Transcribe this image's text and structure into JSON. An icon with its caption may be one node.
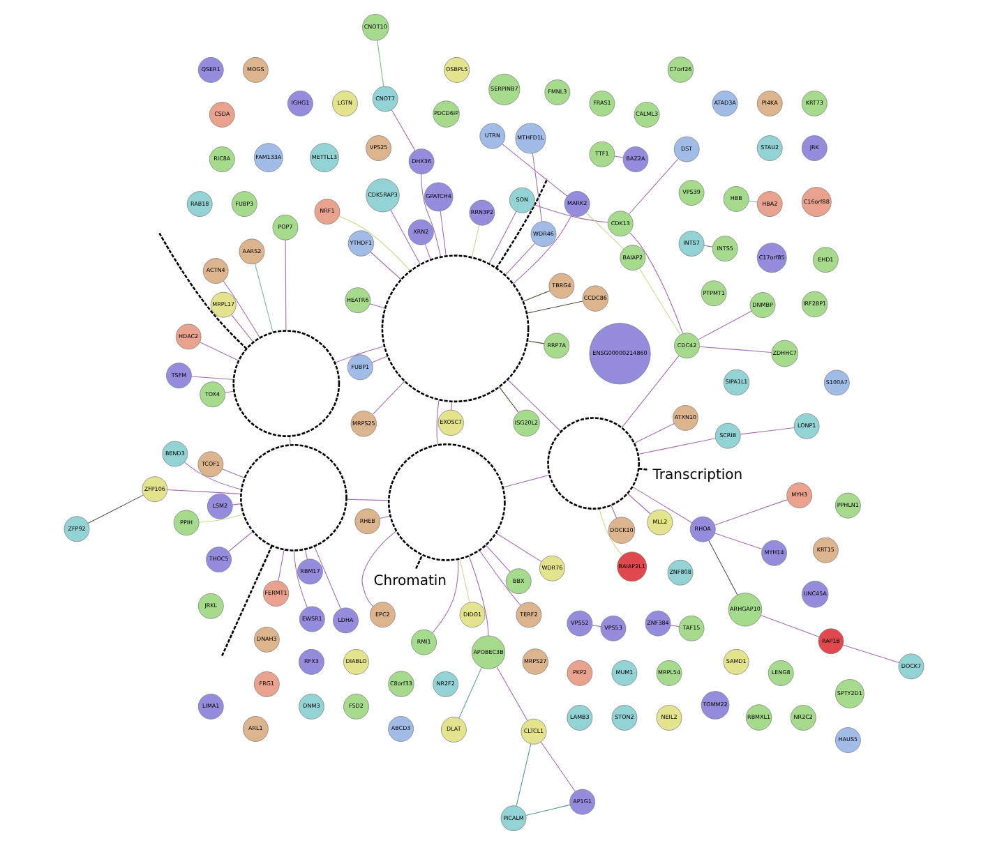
{
  "diagram": {
    "nodes": [
      {
        "text": [
          "Chromatin"
        ]
      },
      {
        "text": [
          "Transcription"
        ]
      },
      {
        "text": [],
        "shape": "circle"
      },
      {
        "text": [],
        "shape": "circle"
      },
      {
        "text": [],
        "shape": "circle"
      },
      {
        "text": [],
        "shape": "circle"
      },
      {
        "text": [],
        "shape": "circle"
      },
      {
        "text": [
          "ZNF808"
        ]
      },
      {
        "text": [
          "METTL13"
        ]
      },
      {
        "text": [
          "FAM133A"
        ]
      },
      {
        "text": [
          "C17orf85"
        ]
      },
      {
        "text": [
          "PTPMT1"
        ]
      },
      {
        "text": [
          "VPS39"
        ]
      },
      {
        "text": [
          "SIPA1L1"
        ]
      },
      {
        "text": [
          "DNAH3"
        ]
      },
      {
        "text": [
          "MRPS27"
        ]
      },
      {
        "text": [
          "SAMD1"
        ]
      },
      {
        "text": [
          "STAU2"
        ]
      },
      {
        "text": [
          "VPS25"
        ]
      },
      {
        "text": [
          "WDR76"
        ]
      },
      {
        "text": [
          "RFX3"
        ]
      },
      {
        "text": [
          "DIABLO"
        ]
      },
      {
        "text": [
          "PKP2"
        ]
      },
      {
        "text": [
          "MUM1"
        ]
      },
      {
        "text": [
          "RMI1"
        ]
      },
      {
        "text": [
          "TERF2"
        ]
      },
      {
        "text": [
          "DIDO1"
        ]
      },
      {
        "text": [
          "MRPL54"
        ]
      },
      {
        "text": [
          "RHEB"
        ]
      },
      {
        "text": [
          "LENG8"
        ]
      },
      {
        "text": [
          "PICALM"
        ]
      },
      {
        "text": [
          "AP1G1"
        ]
      },
      {
        "text": [
          "CLTCL1"
        ]
      },
      {
        "text": [
          "APOBEC3B"
        ]
      },
      {
        "text": [
          "FUBP3"
        ]
      },
      {
        "text": [
          "DLAT"
        ]
      },
      {
        "text": [
          "FRG1"
        ]
      },
      {
        "text": [
          "C8orf33"
        ]
      },
      {
        "text": [
          "NR2F2"
        ]
      },
      {
        "text": [
          "ZFP106"
        ]
      },
      {
        "text": [
          "ZFP92"
        ]
      },
      {
        "text": [
          "CALML3"
        ]
      },
      {
        "text": [
          "C16orf88"
        ]
      },
      {
        "text": [
          "PDCD6IP"
        ]
      },
      {
        "text": [
          "PPIH"
        ]
      },
      {
        "text": [
          "RBM17"
        ]
      },
      {
        "text": [
          "CSDA"
        ]
      },
      {
        "text": [
          "RIC8A"
        ]
      },
      {
        "text": [
          "TOMM22"
        ]
      },
      {
        "text": [
          "UNC45A"
        ]
      },
      {
        "text": [
          "IRF2BP1"
        ]
      },
      {
        "text": [
          "FERMT1"
        ]
      },
      {
        "text": [
          "JRK"
        ]
      },
      {
        "text": [
          "KRT73"
        ]
      },
      {
        "text": [
          "PI4KA"
        ]
      },
      {
        "text": [
          "ATAD3A"
        ]
      },
      {
        "text": [
          "FRAS1"
        ]
      },
      {
        "text": [
          "INTS7"
        ]
      },
      {
        "text": [
          "BBX"
        ]
      },
      {
        "text": [
          "ATXN10"
        ]
      },
      {
        "text": [
          "LGTN"
        ]
      },
      {
        "text": [
          "MYH3"
        ]
      },
      {
        "text": [
          "MYH14"
        ]
      },
      {
        "text": [
          "RHOA"
        ]
      },
      {
        "text": [
          "IGHG1"
        ]
      },
      {
        "text": [
          "JRKL"
        ]
      },
      {
        "text": [
          "ARHGAP10"
        ]
      },
      {
        "text": [
          "RAP1B"
        ]
      },
      {
        "text": [
          "DOCK7"
        ]
      },
      {
        "text": [
          "LIMA1"
        ]
      },
      {
        "text": [
          "DNM3"
        ]
      },
      {
        "text": [
          "LONP1"
        ]
      },
      {
        "text": [
          "FSD2"
        ]
      },
      {
        "text": [
          "LAMB3"
        ]
      },
      {
        "text": [
          "STON2"
        ]
      },
      {
        "text": [
          "NEIL2"
        ]
      },
      {
        "text": [
          "RBMXL1"
        ]
      },
      {
        "text": [
          "NR2C2"
        ]
      },
      {
        "text": [
          "SCRIB"
        ]
      },
      {
        "text": [
          "BAIAP2L1"
        ]
      },
      {
        "text": [
          "KRT15"
        ]
      },
      {
        "text": [
          "EHD1"
        ]
      },
      {
        "text": [
          "DOCK10"
        ]
      },
      {
        "text": [
          "VPS52"
        ]
      },
      {
        "text": [
          "VPS53"
        ]
      },
      {
        "text": [
          "FMNL3"
        ]
      },
      {
        "text": [
          "SERPINB7"
        ]
      },
      {
        "text": [
          "UTRN"
        ]
      },
      {
        "text": [
          "MARK2"
        ]
      },
      {
        "text": [
          "RAB18"
        ]
      },
      {
        "text": [
          "CNOT10"
        ]
      },
      {
        "text": [
          "CNOT7"
        ]
      },
      {
        "text": [
          "S100A7"
        ]
      },
      {
        "text": [
          "ARL1"
        ]
      },
      {
        "text": [
          "ABCD3"
        ]
      },
      {
        "text": [
          "HAUS5"
        ]
      },
      {
        "text": [
          "NRF1"
        ]
      },
      {
        "text": [
          "ENSG00000214860"
        ]
      },
      {
        "text": [
          "HEATR6"
        ]
      },
      {
        "text": [
          "SPTY2D1"
        ]
      },
      {
        "text": [
          "GPATCH4"
        ]
      },
      {
        "text": [
          "CDK5RAP3"
        ]
      },
      {
        "text": [
          "XRN2"
        ]
      },
      {
        "text": [
          "RRN3P2"
        ]
      },
      {
        "text": [
          "CCDC86"
        ]
      },
      {
        "text": [
          "MRPS25"
        ]
      },
      {
        "text": [
          "PPHLN1"
        ]
      },
      {
        "text": [
          "RRP7A"
        ]
      },
      {
        "text": [
          "ISG20L2"
        ]
      },
      {
        "text": [
          "TBRG4"
        ]
      },
      {
        "text": [
          "WDR46"
        ]
      },
      {
        "text": [
          "YTHDF1"
        ]
      },
      {
        "text": [
          "C7orf26"
        ]
      },
      {
        "text": [
          "MTHFD1L"
        ]
      },
      {
        "text": [
          "AARS2"
        ]
      },
      {
        "text": [
          "ZNF384"
        ]
      },
      {
        "text": [
          "TAF15"
        ]
      },
      {
        "text": [
          "HBB"
        ]
      },
      {
        "text": [
          "HBA2"
        ]
      },
      {
        "text": [
          "TTF1"
        ]
      },
      {
        "text": [
          "BAZ2A"
        ]
      },
      {
        "text": [
          "OSBPL5"
        ]
      },
      {
        "text": [
          "MOGS"
        ]
      },
      {
        "text": [
          "QSER1"
        ]
      },
      {
        "text": [
          "INTS5"
        ]
      },
      {
        "text": [
          "ACTN4"
        ]
      },
      {
        "text": [
          "TCOF1"
        ]
      },
      {
        "text": [
          "LDHA"
        ]
      },
      {
        "text": [
          "TOX4"
        ]
      },
      {
        "text": [
          "HDAC2"
        ]
      },
      {
        "text": [
          "POP7"
        ]
      },
      {
        "text": [
          "TSFM"
        ]
      },
      {
        "text": [
          "DNMBP"
        ]
      },
      {
        "text": [
          "DST"
        ]
      },
      {
        "text": [
          "CDK13"
        ]
      },
      {
        "text": [
          "SON"
        ]
      },
      {
        "text": [
          "CDC42"
        ]
      },
      {
        "text": [
          "BAIAP2"
        ]
      },
      {
        "text": [
          "ZDHHC7"
        ]
      },
      {
        "text": [
          "DHX36"
        ]
      },
      {
        "text": [
          "EXOSC7"
        ]
      },
      {
        "text": [
          "FUBP1"
        ]
      },
      {
        "text": [
          "EWSR1"
        ]
      },
      {
        "text": [
          "BEND3"
        ]
      },
      {
        "text": [
          "LSM2"
        ]
      },
      {
        "text": [
          "THOC5"
        ]
      },
      {
        "text": [
          "EPC2"
        ]
      },
      {
        "text": [
          "MLL2"
        ]
      },
      {
        "text": [
          "MRPL17"
        ]
      }
    ],
    "edges": [
      {
        "from": 0,
        "to": 2,
        "arrow": "none",
        "style": "dashed",
        "color": "#000000"
      },
      {
        "from": 1,
        "to": 3,
        "arrow": "none",
        "style": "dashed",
        "color": "#000000"
      },
      {
        "from": 5,
        "to": null,
        "arrow": "none",
        "style": "dashed",
        "color": "#000000"
      },
      {
        "from": 6,
        "to": null,
        "arrow": "none",
        "style": "dashed",
        "color": "#000000"
      },
      {
        "from": 4,
        "to": null,
        "arrow": "none",
        "style": "dashed",
        "color": "#000000"
      },
      {
        "from": 2,
        "to": 3,
        "arrow": "none"
      },
      {
        "from": 2,
        "to": 5,
        "arrow": "none"
      },
      {
        "from": 2,
        "to": 4,
        "arrow": "none"
      },
      {
        "from": 3,
        "to": 4,
        "arrow": "none"
      },
      {
        "from": 5,
        "to": 6,
        "arrow": "none"
      },
      {
        "from": 4,
        "to": 6,
        "arrow": "none"
      },
      {
        "from": 19,
        "to": 2,
        "arrow": "none"
      },
      {
        "from": 24,
        "to": 2,
        "arrow": "none"
      },
      {
        "from": 25,
        "to": 2,
        "arrow": "none"
      },
      {
        "from": 26,
        "to": 2,
        "arrow": "none",
        "color": "#d4d890"
      },
      {
        "from": 28,
        "to": 2,
        "arrow": "none"
      },
      {
        "from": 30,
        "to": 31,
        "arrow": "none",
        "color": "#4f9a96"
      },
      {
        "from": 30,
        "to": 32,
        "arrow": "none",
        "color": "#4f9a96"
      },
      {
        "from": 31,
        "to": 32,
        "arrow": "none"
      },
      {
        "from": 32,
        "to": 33,
        "arrow": "none"
      },
      {
        "from": 33,
        "to": 2,
        "arrow": "none"
      },
      {
        "from": 35,
        "to": 33,
        "arrow": "none",
        "color": "#5f9ea0"
      },
      {
        "from": 39,
        "to": 40,
        "arrow": "none",
        "color": "#555555"
      },
      {
        "from": 39,
        "to": 5,
        "arrow": "none"
      },
      {
        "from": 45,
        "to": 5,
        "arrow": "none"
      },
      {
        "from": 44,
        "to": 5,
        "arrow": "none",
        "color": "#c8dc8c"
      },
      {
        "from": 51,
        "to": 5,
        "arrow": "none"
      },
      {
        "from": 57,
        "to": 124,
        "arrow": "none"
      },
      {
        "from": 58,
        "to": 2,
        "arrow": "none"
      },
      {
        "from": 59,
        "to": 3,
        "arrow": "none"
      },
      {
        "from": 61,
        "to": 63,
        "arrow": "none"
      },
      {
        "from": 62,
        "to": 63,
        "arrow": "none"
      },
      {
        "from": 63,
        "to": 66,
        "arrow": "none",
        "color": "#555555"
      },
      {
        "from": 63,
        "to": 3,
        "arrow": "none"
      },
      {
        "from": 66,
        "to": 67,
        "arrow": "none"
      },
      {
        "from": 67,
        "to": 68,
        "arrow": "none"
      },
      {
        "from": 71,
        "to": 78,
        "arrow": "none"
      },
      {
        "from": 78,
        "to": 3,
        "arrow": "none"
      },
      {
        "from": 79,
        "to": 3,
        "arrow": "none",
        "color": "#c8dc8c"
      },
      {
        "from": 82,
        "to": 3,
        "arrow": "none"
      },
      {
        "from": 83,
        "to": 84,
        "arrow": "none"
      },
      {
        "from": 87,
        "to": 88,
        "arrow": "none"
      },
      {
        "from": 88,
        "to": 4,
        "arrow": "none"
      },
      {
        "from": 90,
        "to": 91,
        "arrow": "none",
        "color": "#7fc07f"
      },
      {
        "from": 91,
        "to": 139,
        "arrow": "none"
      },
      {
        "from": 96,
        "to": 4,
        "arrow": "none",
        "color": "#c8dc8c"
      },
      {
        "from": 98,
        "to": 4,
        "arrow": "none"
      },
      {
        "from": 100,
        "to": 4,
        "arrow": "none"
      },
      {
        "from": 101,
        "to": 4,
        "arrow": "none"
      },
      {
        "from": 102,
        "to": 4,
        "arrow": "none"
      },
      {
        "from": 103,
        "to": 4,
        "arrow": "none",
        "color": "#c8dc8c"
      },
      {
        "from": 104,
        "to": 4,
        "arrow": "none",
        "color": "#4d4d3a"
      },
      {
        "from": 105,
        "to": 4,
        "arrow": "none"
      },
      {
        "from": 107,
        "to": 4,
        "arrow": "none",
        "color": "#4d4d3a"
      },
      {
        "from": 108,
        "to": 4,
        "arrow": "none",
        "color": "#4d4d3a"
      },
      {
        "from": 109,
        "to": 4,
        "arrow": "none",
        "color": "#4d4d3a"
      },
      {
        "from": 110,
        "to": 4,
        "arrow": "none"
      },
      {
        "from": 110,
        "to": 113,
        "arrow": "none"
      },
      {
        "from": 111,
        "to": 4,
        "arrow": "none"
      },
      {
        "from": 114,
        "to": 6,
        "arrow": "none",
        "color": "#7fb8a8"
      },
      {
        "from": 115,
        "to": 116,
        "arrow": "none"
      },
      {
        "from": 117,
        "to": 118,
        "arrow": "none",
        "color": "#7fb8a8"
      },
      {
        "from": 119,
        "to": 120,
        "arrow": "none"
      },
      {
        "from": 125,
        "to": 6,
        "arrow": "none"
      },
      {
        "from": 126,
        "to": 5,
        "arrow": "none"
      },
      {
        "from": 127,
        "to": 5,
        "arrow": "none"
      },
      {
        "from": 128,
        "to": 6,
        "arrow": "none"
      },
      {
        "from": 129,
        "to": 6,
        "arrow": "none"
      },
      {
        "from": 130,
        "to": 6,
        "arrow": "none"
      },
      {
        "from": 131,
        "to": 6,
        "arrow": "none"
      },
      {
        "from": 132,
        "to": 136,
        "arrow": "none"
      },
      {
        "from": 133,
        "to": 134,
        "arrow": "none"
      },
      {
        "from": 134,
        "to": 135,
        "arrow": "none"
      },
      {
        "from": 134,
        "to": 136,
        "arrow": "none"
      },
      {
        "from": 136,
        "to": 3,
        "arrow": "none"
      },
      {
        "from": 136,
        "to": 137,
        "arrow": "none",
        "color": "#c8dc8c"
      },
      {
        "from": 137,
        "to": 88,
        "arrow": "none",
        "color": "#c8dc8c"
      },
      {
        "from": 138,
        "to": 136,
        "arrow": "none"
      },
      {
        "from": 135,
        "to": 4,
        "arrow": "none"
      },
      {
        "from": 139,
        "to": 4,
        "arrow": "none"
      },
      {
        "from": 140,
        "to": 4,
        "arrow": "none"
      },
      {
        "from": 141,
        "to": 4,
        "arrow": "none"
      },
      {
        "from": 142,
        "to": 5,
        "arrow": "none"
      },
      {
        "from": 143,
        "to": 5,
        "arrow": "none"
      },
      {
        "from": 144,
        "to": 5,
        "arrow": "none"
      },
      {
        "from": 145,
        "to": 5,
        "arrow": "none"
      },
      {
        "from": 146,
        "to": 2,
        "arrow": "none"
      },
      {
        "from": 147,
        "to": 3,
        "arrow": "none"
      },
      {
        "from": 148,
        "to": 6,
        "arrow": "none"
      }
    ]
  }
}
